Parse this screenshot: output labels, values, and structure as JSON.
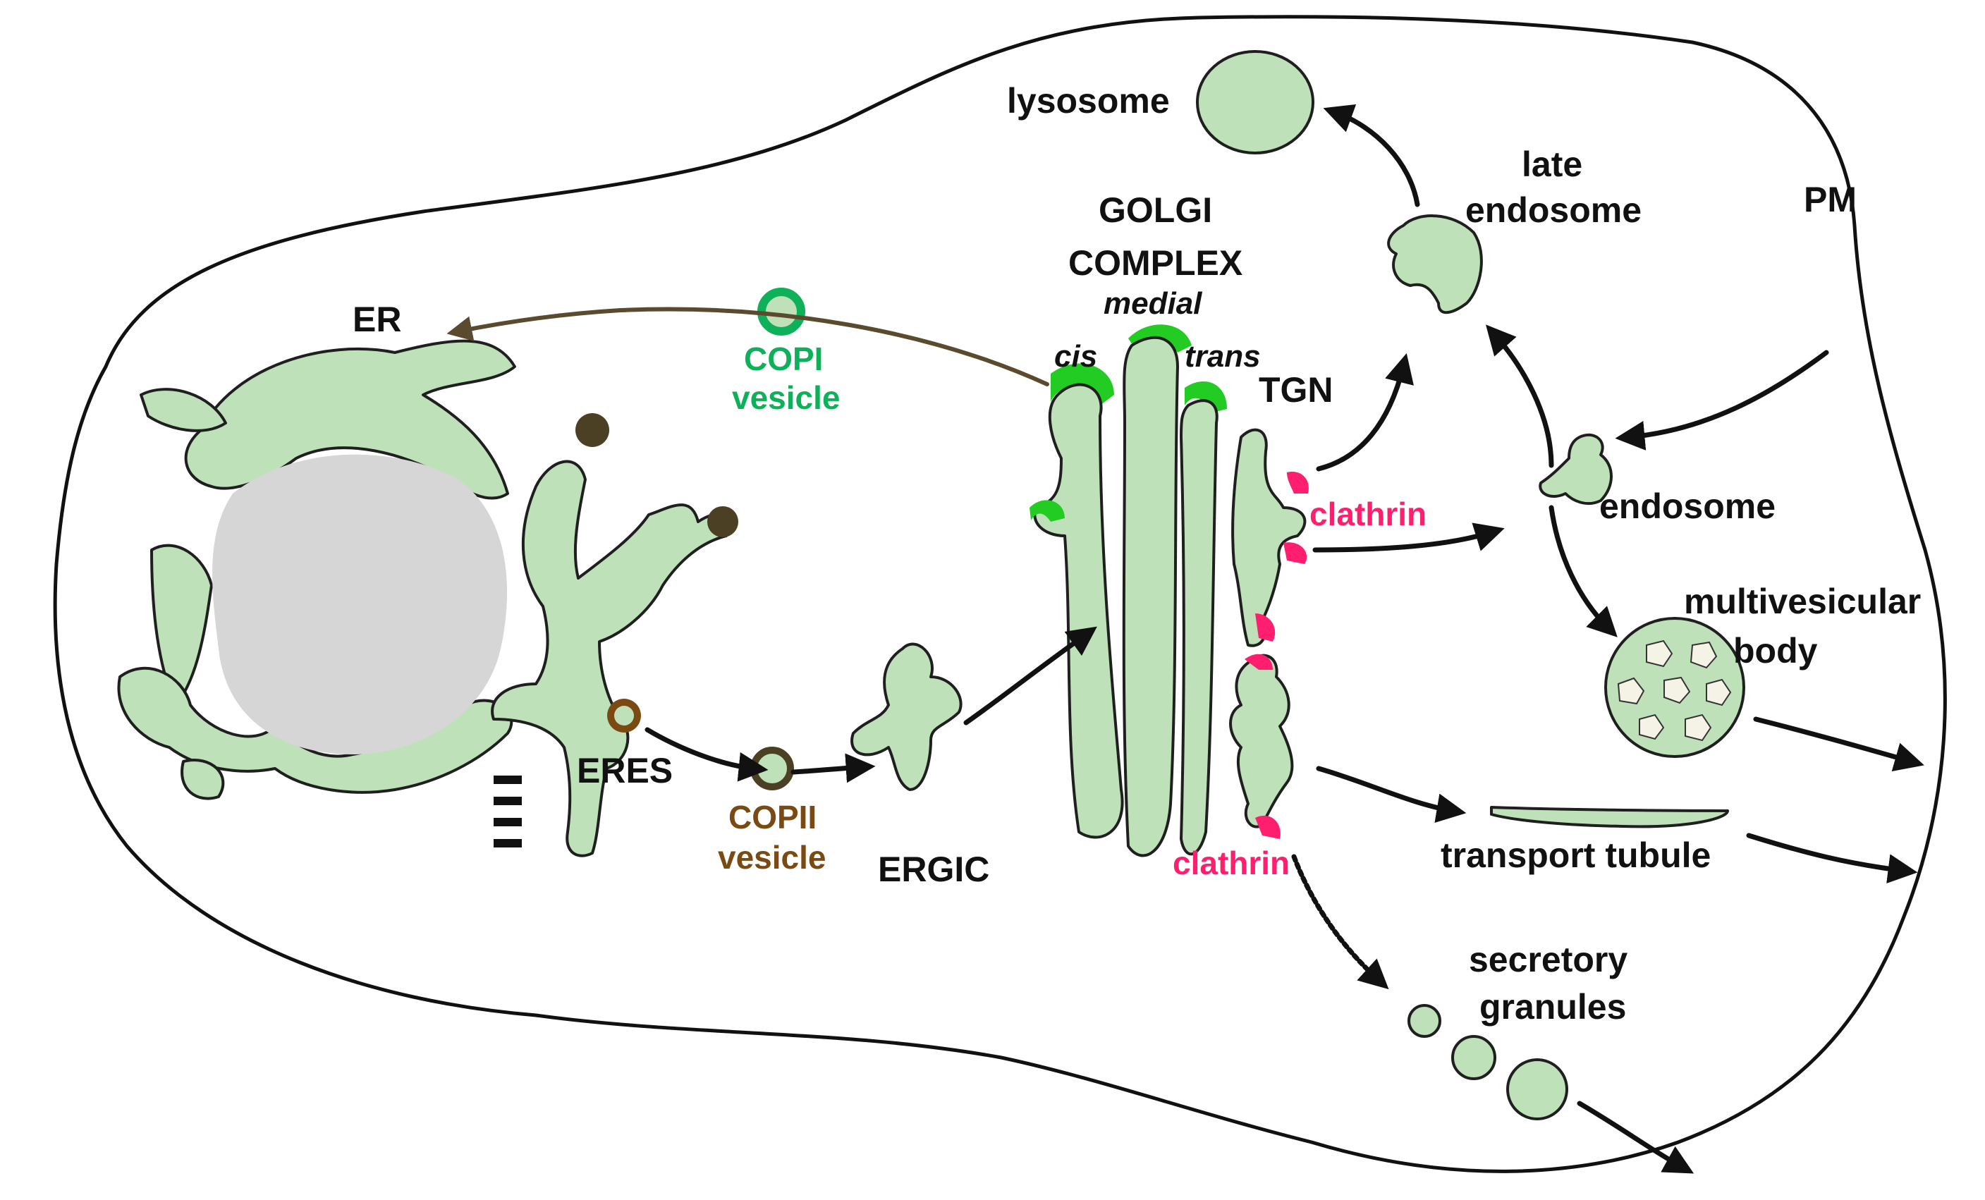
{
  "colors": {
    "organelle_fill": "#bfe1b9",
    "nucleus_fill": "#d6d6d6",
    "outline": "#1f1f1f",
    "copi": "#0fb05a",
    "copii": "#7a4a12",
    "clathrin": "#ff1f6e",
    "cis_coat": "#22cc22",
    "eres_coat": "#4b3f24",
    "retro_arrow": "#5a4a2e"
  },
  "labels": {
    "lysosome": "lysosome",
    "late_endosome_1": "late",
    "late_endosome_2": "endosome",
    "pm": "PM",
    "golgi_1": "GOLGI",
    "golgi_2": "COMPLEX",
    "medial": "medial",
    "cis": "cis",
    "trans": "trans",
    "tgn": "TGN",
    "er": "ER",
    "copi_1": "COPI",
    "copi_2": "vesicle",
    "clathrin_top": "clathrin",
    "clathrin_bottom": "clathrin",
    "endosome": "endosome",
    "mvb_1": "multivesicular",
    "mvb_2": "body",
    "eres": "ERES",
    "copii_1": "COPII",
    "copii_2": "vesicle",
    "ergic": "ERGIC",
    "transport_tubule": "transport tubule",
    "secretory_1": "secretory",
    "secretory_2": "granules"
  }
}
